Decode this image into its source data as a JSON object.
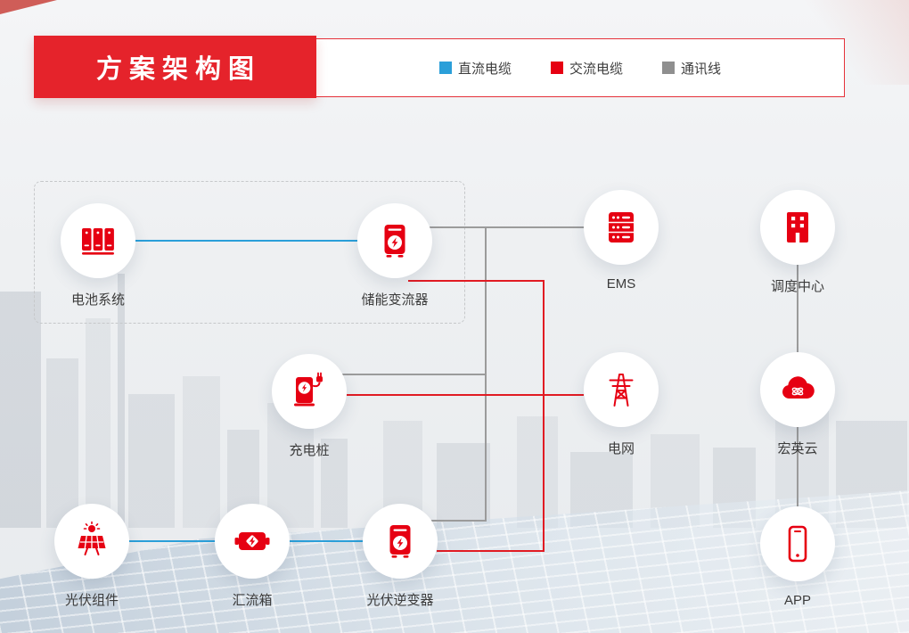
{
  "header": {
    "title": "方案架构图",
    "legend": [
      {
        "label": "直流电缆",
        "color": "#2b9fd9"
      },
      {
        "label": "交流电缆",
        "color": "#e60012"
      },
      {
        "label": "通讯线",
        "color": "#8f8f8f"
      }
    ]
  },
  "nodes": [
    {
      "id": "battery-system",
      "label": "电池系统",
      "icon": "battery-cabinet-icon"
    },
    {
      "id": "storage-converter",
      "label": "储能变流器",
      "icon": "storage-converter-icon"
    },
    {
      "id": "ems",
      "label": "EMS",
      "icon": "server-rack-icon"
    },
    {
      "id": "dispatch-center",
      "label": "调度中心",
      "icon": "building-icon"
    },
    {
      "id": "charging-pile",
      "label": "充电桩",
      "icon": "ev-charger-icon"
    },
    {
      "id": "power-grid",
      "label": "电网",
      "icon": "transmission-tower-icon"
    },
    {
      "id": "hongying-cloud",
      "label": "宏英云",
      "icon": "cloud-icon"
    },
    {
      "id": "pv-modules",
      "label": "光伏组件",
      "icon": "solar-panel-icon"
    },
    {
      "id": "combiner-box",
      "label": "汇流箱",
      "icon": "combiner-box-icon"
    },
    {
      "id": "pv-inverter",
      "label": "光伏逆变器",
      "icon": "inverter-icon"
    },
    {
      "id": "app",
      "label": "APP",
      "icon": "smartphone-icon"
    }
  ],
  "edges": [
    {
      "from": "电池系统",
      "to": "储能变流器",
      "type": "直流电缆"
    },
    {
      "from": "光伏组件",
      "to": "汇流箱",
      "type": "直流电缆"
    },
    {
      "from": "汇流箱",
      "to": "光伏逆变器",
      "type": "直流电缆"
    },
    {
      "from": "储能变流器",
      "to": "EMS",
      "type": "通讯线"
    },
    {
      "from": "充电桩",
      "to": "EMS",
      "type": "通讯线"
    },
    {
      "from": "光伏逆变器",
      "to": "EMS",
      "type": "通讯线"
    },
    {
      "from": "调度中心",
      "to": "宏英云",
      "type": "通讯线"
    },
    {
      "from": "宏英云",
      "to": "APP",
      "type": "通讯线"
    },
    {
      "from": "储能变流器",
      "to": "电网",
      "type": "交流电缆"
    },
    {
      "from": "充电桩",
      "to": "电网",
      "type": "交流电缆"
    },
    {
      "from": "光伏逆变器",
      "to": "电网",
      "type": "交流电缆"
    }
  ]
}
